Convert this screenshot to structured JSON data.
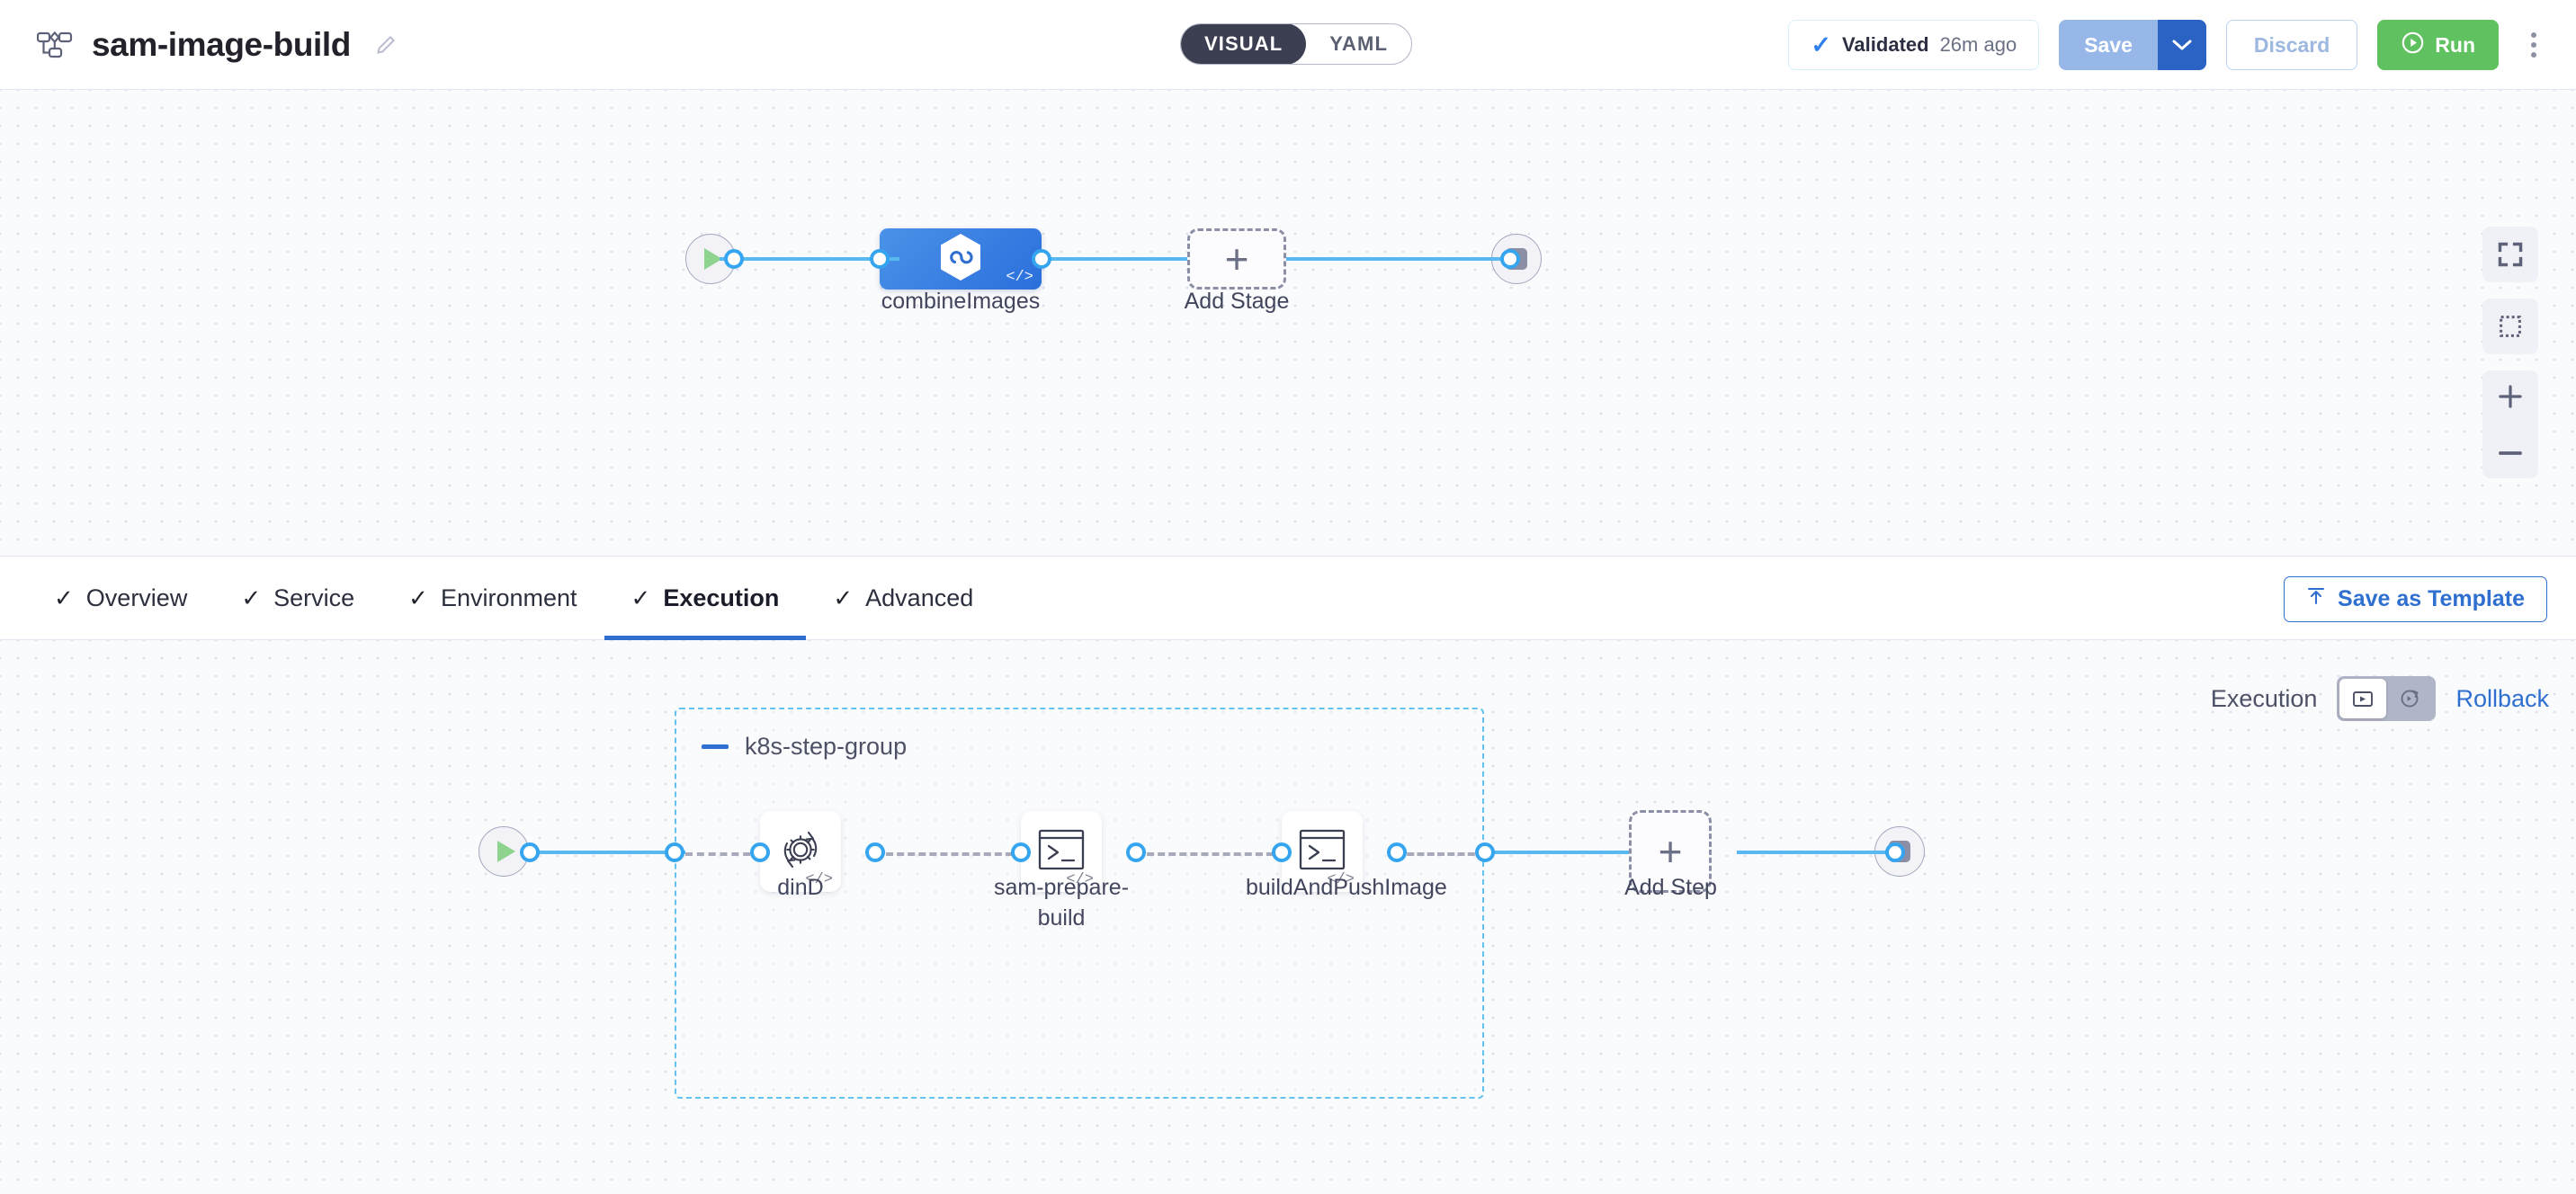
{
  "header": {
    "pipeline_icon": "pipeline-flow-icon",
    "title": "sam-image-build",
    "edit_icon": "pencil-icon",
    "view_toggle": {
      "options": [
        "VISUAL",
        "YAML"
      ],
      "selected": "VISUAL"
    },
    "validation": {
      "icon": "check-icon",
      "label": "Validated",
      "time": "26m ago"
    },
    "save_label": "Save",
    "save_caret_icon": "chevron-down-icon",
    "discard_label": "Discard",
    "run_label": "Run",
    "run_icon": "play-circle-icon",
    "more_icon": "kebab-menu-icon",
    "colors": {
      "accent_blue": "#2f6fd0",
      "run_green": "#5fc15f",
      "save_blue": "#96b7e8"
    }
  },
  "stage_canvas": {
    "start_node": {
      "name": "pipeline-start-node",
      "icon": "play-icon"
    },
    "end_node": {
      "name": "pipeline-end-node",
      "icon": "stop-icon"
    },
    "stages": [
      {
        "label": "combineImages",
        "icon": "harness-cd-hexagon-icon",
        "badge": "</>",
        "type": "deploy-stage"
      }
    ],
    "add_stage": {
      "label": "Add Stage",
      "icon": "plus-icon"
    },
    "controls": [
      {
        "name": "fit-to-screen-button",
        "icon": "fit-screen-icon"
      },
      {
        "name": "zoom-to-selection-button",
        "icon": "marquee-select-icon"
      },
      {
        "name": "zoom-in-button",
        "icon": "plus-icon"
      },
      {
        "name": "zoom-out-button",
        "icon": "minus-icon"
      }
    ]
  },
  "tabs": {
    "items": [
      {
        "label": "Overview",
        "check": "✓",
        "active": false
      },
      {
        "label": "Service",
        "check": "✓",
        "active": false
      },
      {
        "label": "Environment",
        "check": "✓",
        "active": false
      },
      {
        "label": "Execution",
        "check": "✓",
        "active": true
      },
      {
        "label": "Advanced",
        "check": "✓",
        "active": false
      }
    ],
    "save_as_template": {
      "label": "Save as Template",
      "icon": "upload-template-icon"
    }
  },
  "execution": {
    "toggle": {
      "execution_label": "Execution",
      "rollback_label": "Rollback",
      "execution_icon": "play-box-icon",
      "rollback_icon": "rollback-circular-arrow-icon",
      "selected": "Execution"
    },
    "start_node": {
      "name": "execution-start-node",
      "icon": "play-icon"
    },
    "end_node": {
      "name": "execution-end-node",
      "icon": "stop-icon"
    },
    "step_group": {
      "title": "k8s-step-group",
      "collapse_icon": "minus-icon",
      "steps": [
        {
          "label": "dinD",
          "icon": "gear-rotate-icon",
          "badge": "</>"
        },
        {
          "label": "sam-prepare-build",
          "icon": "terminal-icon",
          "badge": "</>"
        },
        {
          "label": "buildAndPushImage",
          "icon": "terminal-icon",
          "badge": "</>"
        }
      ]
    },
    "add_step": {
      "label": "Add Step",
      "icon": "plus-icon"
    }
  }
}
